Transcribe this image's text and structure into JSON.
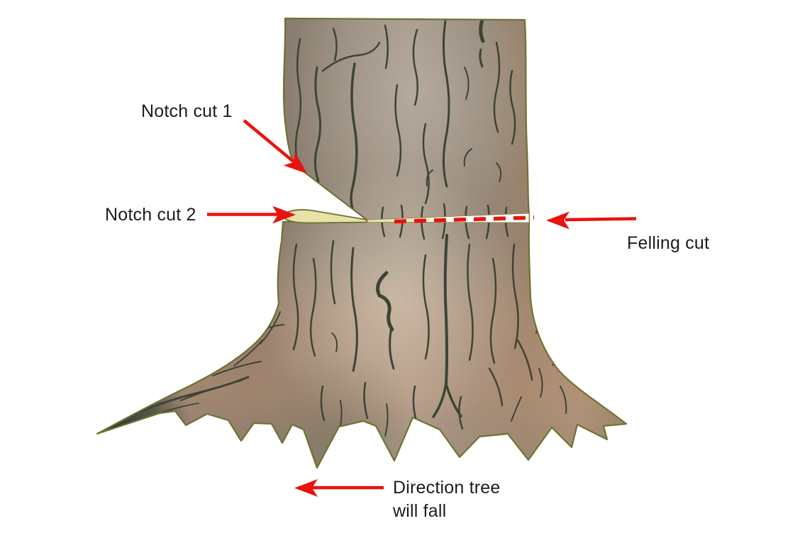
{
  "diagram": {
    "subject": "tree-felling-cuts-illustration",
    "background_color": "#ffffff",
    "labels": {
      "notch_cut_1": "Notch cut 1",
      "notch_cut_2": "Notch cut 2",
      "felling_cut": "Felling cut",
      "direction": "Direction tree\nwill fall"
    },
    "colors": {
      "arrow_red": "#e8130d",
      "label_text": "#1c1c1c",
      "bark_outline_olive": "#6d7233",
      "bark_crack": "#3d4436",
      "trunk_gray_brown": "#93887a",
      "base_pink_brown": "#bb8f72",
      "cut_surface_cream": "#e9e2a7",
      "felling_kerf_white": "#ffffff",
      "root_tip_dark_green": "#2d3a2f"
    }
  }
}
